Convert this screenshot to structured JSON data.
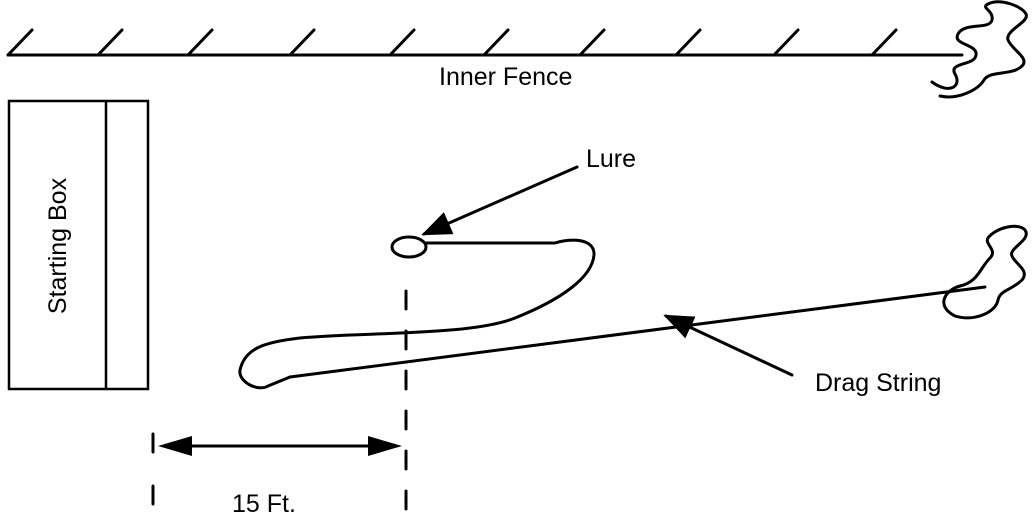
{
  "labels": {
    "inner_fence": "Inner Fence",
    "starting_box": "Starting Box",
    "lure": "Lure",
    "drag_string": "Drag String",
    "distance": "15 Ft."
  }
}
